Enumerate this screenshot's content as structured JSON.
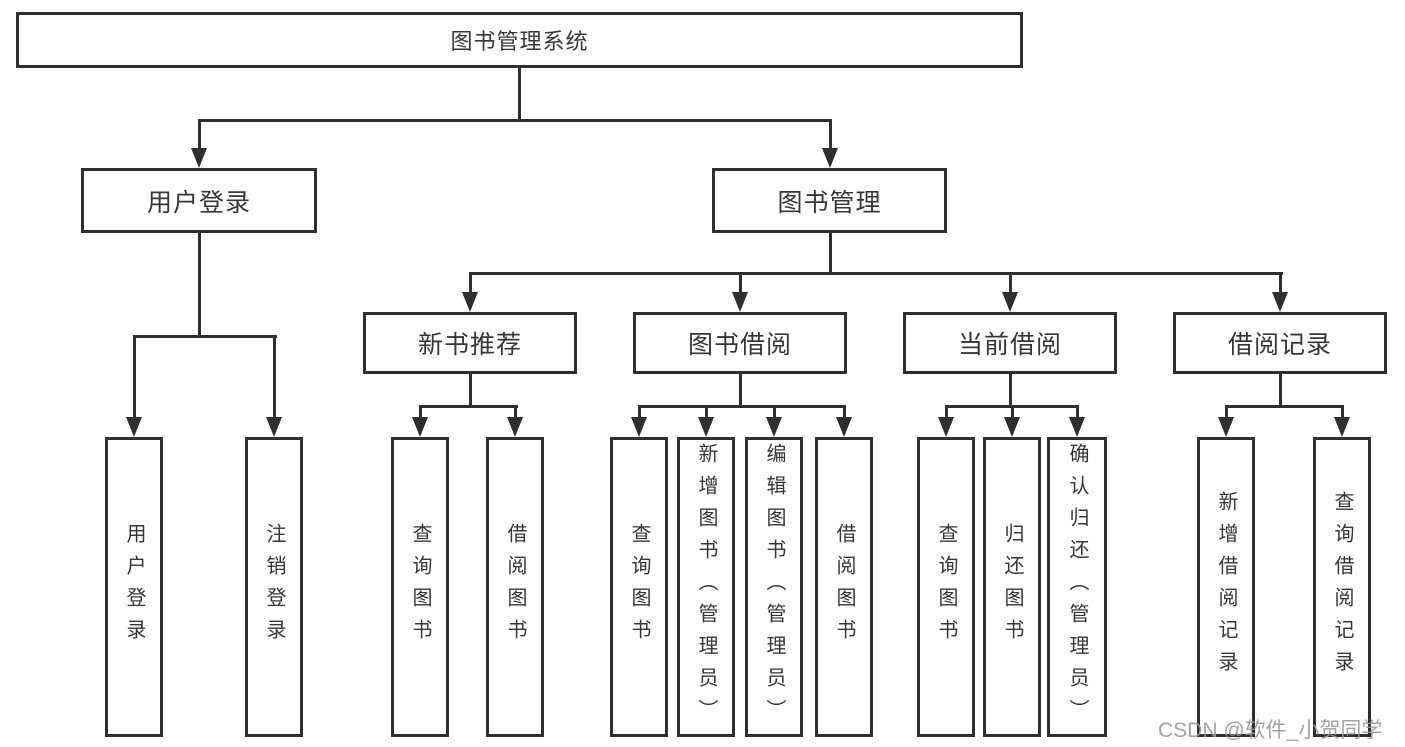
{
  "diagram": {
    "root": {
      "label": "图书管理系统"
    },
    "level2": {
      "user_login": "用户登录",
      "book_management": "图书管理"
    },
    "level3": {
      "new_book_recommend": "新书推荐",
      "book_borrow": "图书借阅",
      "current_borrow": "当前借阅",
      "borrow_records": "借阅记录"
    },
    "leaves": {
      "user_login": [
        "用户登录",
        "注销登录"
      ],
      "new_book_recommend": [
        "查询图书",
        "借阅图书"
      ],
      "book_borrow": [
        "查询图书",
        "新增图书（管理员）",
        "编辑图书（管理员）",
        "借阅图书"
      ],
      "current_borrow": [
        "查询图书",
        "归还图书",
        "确认归还（管理员）"
      ],
      "borrow_records": [
        "新增借阅记录",
        "查询借阅记录"
      ]
    }
  },
  "watermark": {
    "text": "CSDN @软件_小贺同学"
  },
  "colors": {
    "line": "#2f2f2f",
    "text": "#363636",
    "watermark": "#9a9a9a",
    "background": "#ffffff"
  }
}
